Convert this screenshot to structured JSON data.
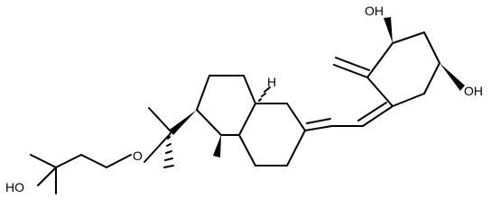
{
  "labels": {
    "oh_top": "OH",
    "oh_right": "OH",
    "ho_left": "HO",
    "o_ether": "O",
    "h_stereo": "H"
  }
}
